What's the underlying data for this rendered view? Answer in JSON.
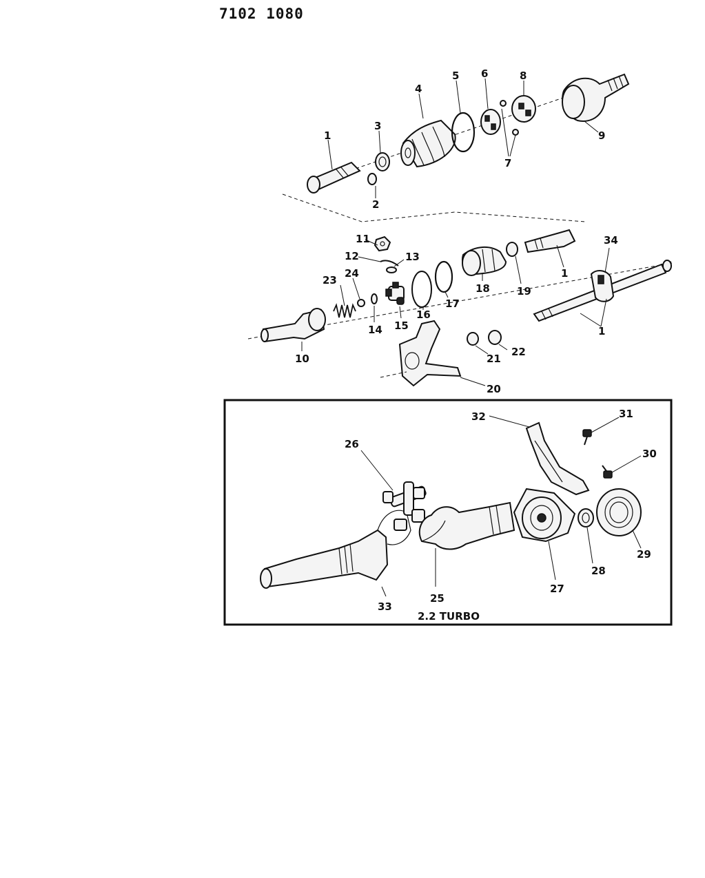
{
  "header": {
    "code": "7102 1080"
  },
  "inset": {
    "caption": "2.2 TURBO"
  },
  "callouts": {
    "c1a": "1",
    "c2": "2",
    "c3": "3",
    "c4": "4",
    "c5": "5",
    "c6": "6",
    "c7": "7",
    "c8": "8",
    "c9": "9",
    "c11": "11",
    "c12": "12",
    "c13": "13",
    "c23": "23",
    "c24": "24",
    "c14": "14",
    "c15": "15",
    "c16": "16",
    "c17": "17",
    "c18": "18",
    "c19": "19",
    "c1b": "1",
    "c34": "34",
    "c1c": "1",
    "c10": "10",
    "c21": "21",
    "c22": "22",
    "c20": "20",
    "c32": "32",
    "c31": "31",
    "c26": "26",
    "c30": "30",
    "c33": "33",
    "c25": "25",
    "c27": "27",
    "c28": "28",
    "c29": "29"
  }
}
